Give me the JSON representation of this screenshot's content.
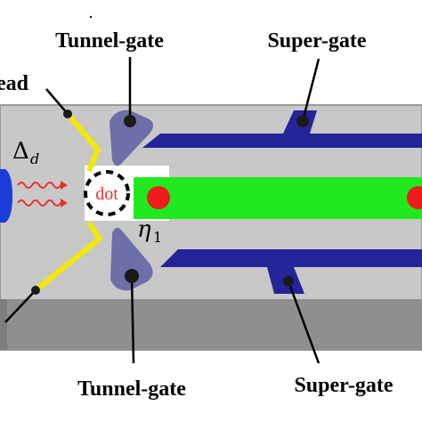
{
  "labels": {
    "tunnel_gate_top": "Tunnel-gate",
    "super_gate_top": "Super-gate",
    "lead": "ead",
    "tunnel_gate_bottom": "Tunnel-gate",
    "super_gate_bottom": "Super-gate",
    "dot": "dot",
    "delta_symbol": "Δ",
    "delta_subscript": "d",
    "eta_symbol": "η",
    "eta_subscript": "1"
  },
  "colors": {
    "substrate": "#c8c8c8",
    "substrate_edge": "#9a9a9a",
    "substrate_bottom_band": "#8f8f8f",
    "lead_wire": "#f5e900",
    "super_gate": "#24249a",
    "tunnel_gate": "#6d6fa8",
    "nanowire": "#22e81f",
    "majorana_dot": "#ee1c1c",
    "dot_outline": "#000000",
    "photon_wave": "#e8322a",
    "reservoir": "#1b3cd8"
  }
}
